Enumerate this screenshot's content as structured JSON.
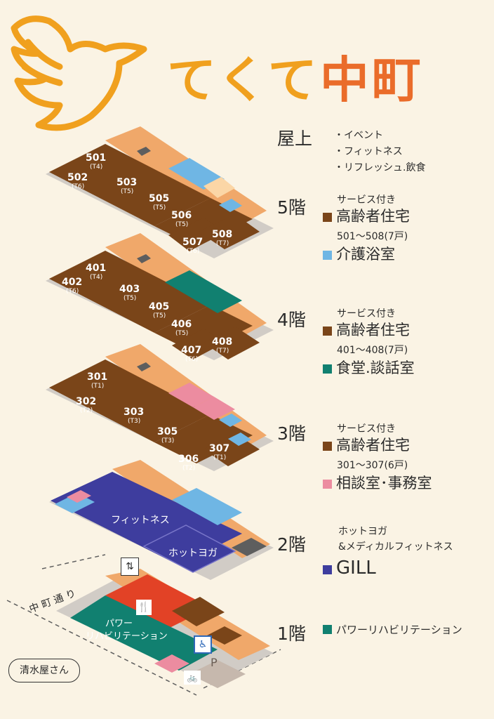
{
  "logo": {
    "text_main": "てくて",
    "text_accent": "中町"
  },
  "colors": {
    "room": "#7a4519",
    "corridor": "#f0a86a",
    "bath": "#6fb6e4",
    "dining": "#118070",
    "office": "#ec8ca0",
    "gill": "#3e3d9e",
    "rehab": "#118070",
    "grey": "#c6c2be",
    "red": "#e24226"
  },
  "floors": {
    "roof": {
      "label": "屋上",
      "items": [
        "・イベント",
        "・フィットネス",
        "・リフレッシュ.飲食"
      ]
    },
    "f5": {
      "label": "5階",
      "service": "サービス付き",
      "housing": "高齢者住宅",
      "rooms_range": "501～508(7戸)",
      "room_label": "介護浴室"
    },
    "f4": {
      "label": "4階",
      "service": "サービス付き",
      "housing": "高齢者住宅",
      "rooms_range": "401～408(7戸)",
      "room_label": "食堂.談話室"
    },
    "f3": {
      "label": "3階",
      "service": "サービス付き",
      "housing": "高齢者住宅",
      "rooms_range": "301～307(6戸)",
      "room_label": "相談室･事務室"
    },
    "f2": {
      "label": "2階",
      "line1": "ホットヨガ",
      "line2": "&メディカルフィットネス",
      "brand": "GILL"
    },
    "f1": {
      "label": "1階",
      "room_label": "パワーリハビリテーション"
    }
  },
  "units5": [
    {
      "no": "501",
      "type": "(T4)"
    },
    {
      "no": "502",
      "type": "(T6)"
    },
    {
      "no": "503",
      "type": "(T5)"
    },
    {
      "no": "505",
      "type": "(T5)"
    },
    {
      "no": "506",
      "type": "(T5)"
    },
    {
      "no": "507",
      "type": "(T6)"
    },
    {
      "no": "508",
      "type": "(T7)"
    }
  ],
  "units4": [
    {
      "no": "401",
      "type": "(T4)"
    },
    {
      "no": "402",
      "type": "(T6)"
    },
    {
      "no": "403",
      "type": "(T5)"
    },
    {
      "no": "405",
      "type": "(T5)"
    },
    {
      "no": "406",
      "type": "(T5)"
    },
    {
      "no": "407",
      "type": "(T6)"
    },
    {
      "no": "408",
      "type": "(T7)"
    }
  ],
  "units3": [
    {
      "no": "301",
      "type": "(T1)"
    },
    {
      "no": "302",
      "type": "(T2)"
    },
    {
      "no": "303",
      "type": "(T3)"
    },
    {
      "no": "305",
      "type": "(T3)"
    },
    {
      "no": "306",
      "type": "(T2)"
    },
    {
      "no": "307",
      "type": "(T1)"
    }
  ],
  "map_labels": {
    "fitness": "フィットネス",
    "hotyoga": "ホットヨガ",
    "rehab1": "パワー",
    "rehab2": "リハビリテーション",
    "street": "中 町 通 り",
    "neighbor": "清水屋さん",
    "parking": "P"
  }
}
